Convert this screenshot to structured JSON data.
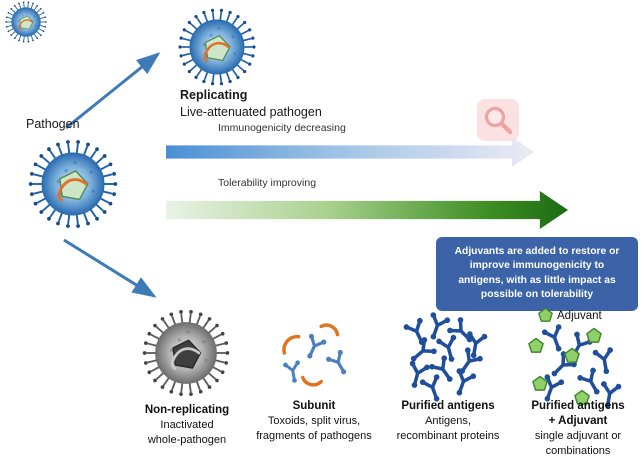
{
  "labels": {
    "pathogen": "Pathogen",
    "replicating_title": "Replicating",
    "replicating_subtitle": "Live-attenuated pathogen",
    "immunogenicity_arrow": "Immunogenicity decreasing",
    "tolerability_arrow": "Tolerability improving",
    "adjuvant_point_label": "Adjuvant",
    "adjuvant_box_text": "Adjuvants are added to restore or improve immunogenicity to antigens, with as little impact as possible on tolerability"
  },
  "bottom_items": [
    {
      "title": "Non-replicating",
      "line1": "Inactivated",
      "line2": "whole-pathogen"
    },
    {
      "title": "Subunit",
      "line1": "Toxoids, split virus,",
      "line2": "fragments of pathogens"
    },
    {
      "title": "Purified antigens",
      "line1": "Antigens,",
      "line2": "recombinant proteins"
    },
    {
      "title": "Purified antigens",
      "title2": "+ Adjuvant",
      "line1": "single adjuvant or",
      "line2": "combinations"
    }
  ],
  "colors": {
    "arrow_blue_start": "#4b8fd4",
    "arrow_blue_end": "#edeaf6",
    "arrow_green_start": "#eaf3e6",
    "arrow_green_end": "#1e6b14",
    "adjuvant_box_blue": "#3c63a8",
    "connector_blue": "#3d7ab8",
    "adjuvant_green": "#8fd168",
    "antibody_blue": "#1f4e9c"
  }
}
